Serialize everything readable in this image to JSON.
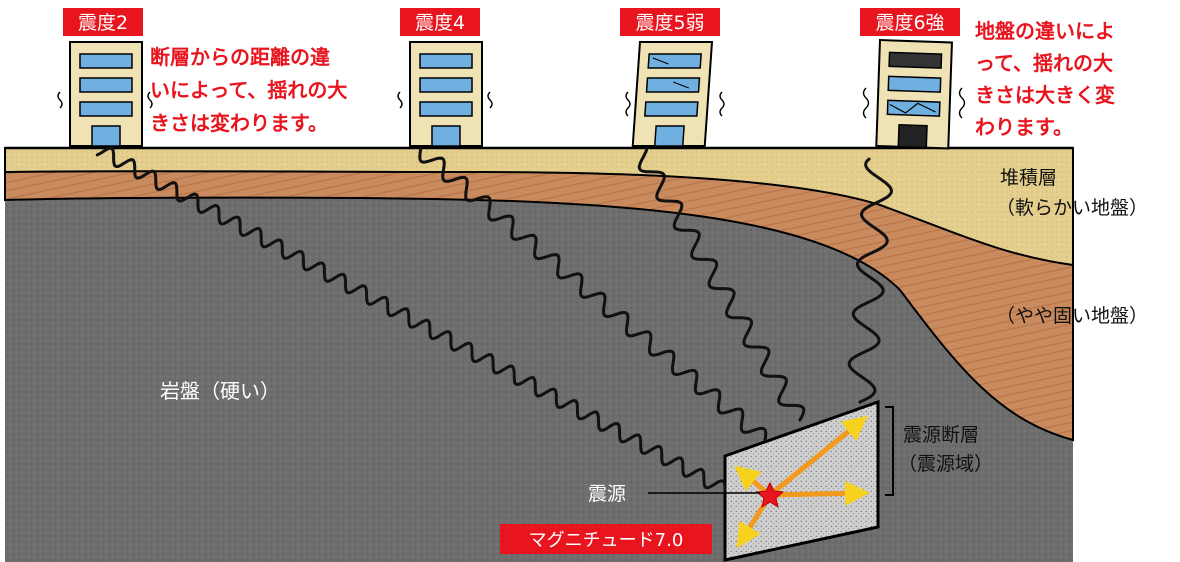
{
  "intensity_labels": [
    "震度2",
    "震度4",
    "震度5弱",
    "震度6強"
  ],
  "note_distance": [
    "断層からの距離の違",
    "いによって、揺れの大",
    "きさは変わります。"
  ],
  "note_ground": [
    "地盤の違いによ",
    "って、揺れの大",
    "きさは大きく変",
    "わります。"
  ],
  "layer_sediment": "堆積層",
  "layer_sediment_sub": "（軟らかい地盤）",
  "layer_semi_hard": "（やや固い地盤）",
  "bedrock_label": "岩盤（硬い）",
  "fault_label": "震源断層",
  "fault_label_sub": "（震源域）",
  "hypocenter_label": "震源",
  "magnitude_label": "マグニチュード7.0",
  "colors": {
    "label_red": "#e8141e",
    "sediment_top": "#e4cf8e",
    "soft_ground": "#c98a5e",
    "bedrock": "#6e6e6e",
    "fault_plane": "#cfcfcf",
    "wave_arrow": "#f39a1e",
    "building": "#efe2b5",
    "window": "#6fb0e0"
  },
  "icons": [
    "building-icon",
    "wavy-seismic-line",
    "arrow-icon",
    "hypocenter-star-icon"
  ]
}
